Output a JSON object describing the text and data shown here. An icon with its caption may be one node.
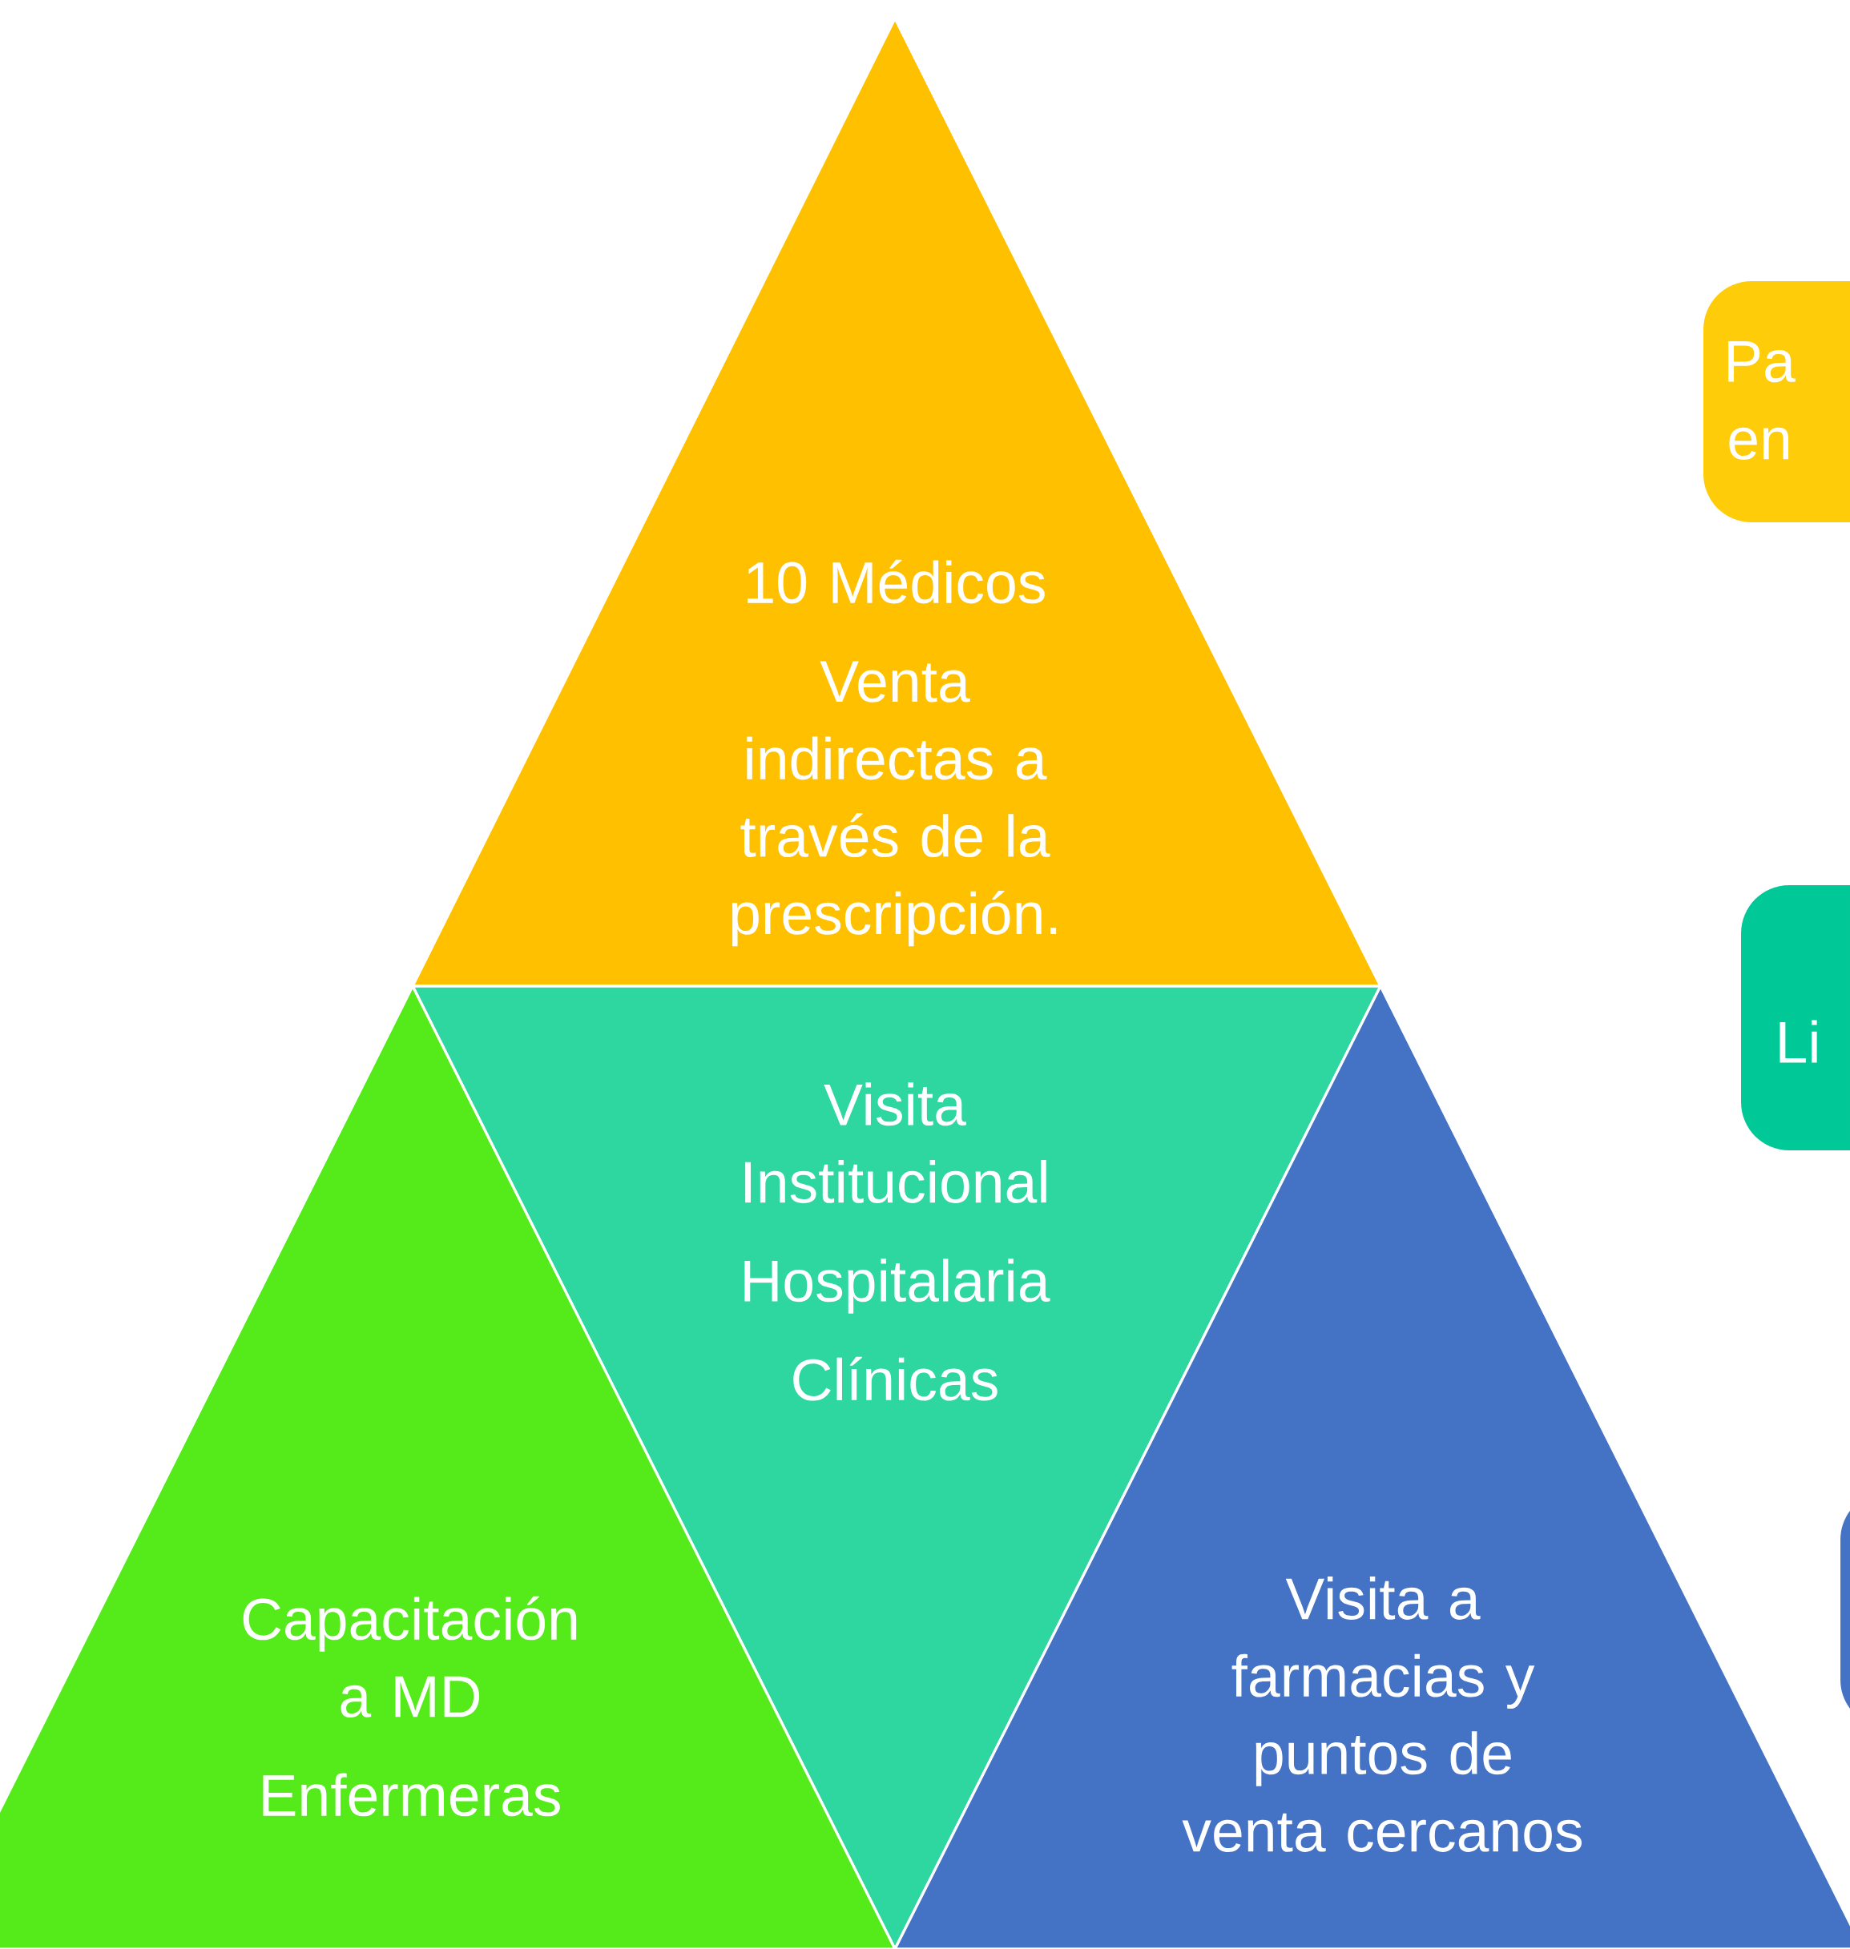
{
  "diagram": {
    "nodes": [
      {
        "text": [
          "10 Médicos",
          "Venta indirectas a través de la prescripción."
        ]
      },
      {
        "text": [
          "Visita Institucional",
          "Hospitalaria",
          "Clínicas"
        ]
      },
      {
        "text": [
          "Capacitación a MD",
          "Enfermeras"
        ]
      },
      {
        "text": [
          "Visita a farmacias y puntos de venta cercanos"
        ]
      },
      {
        "text": [
          "Pa en"
        ]
      },
      {
        "text": [
          "Li"
        ]
      },
      {
        "text": [],
        "shape": "box"
      }
    ],
    "edges": []
  }
}
